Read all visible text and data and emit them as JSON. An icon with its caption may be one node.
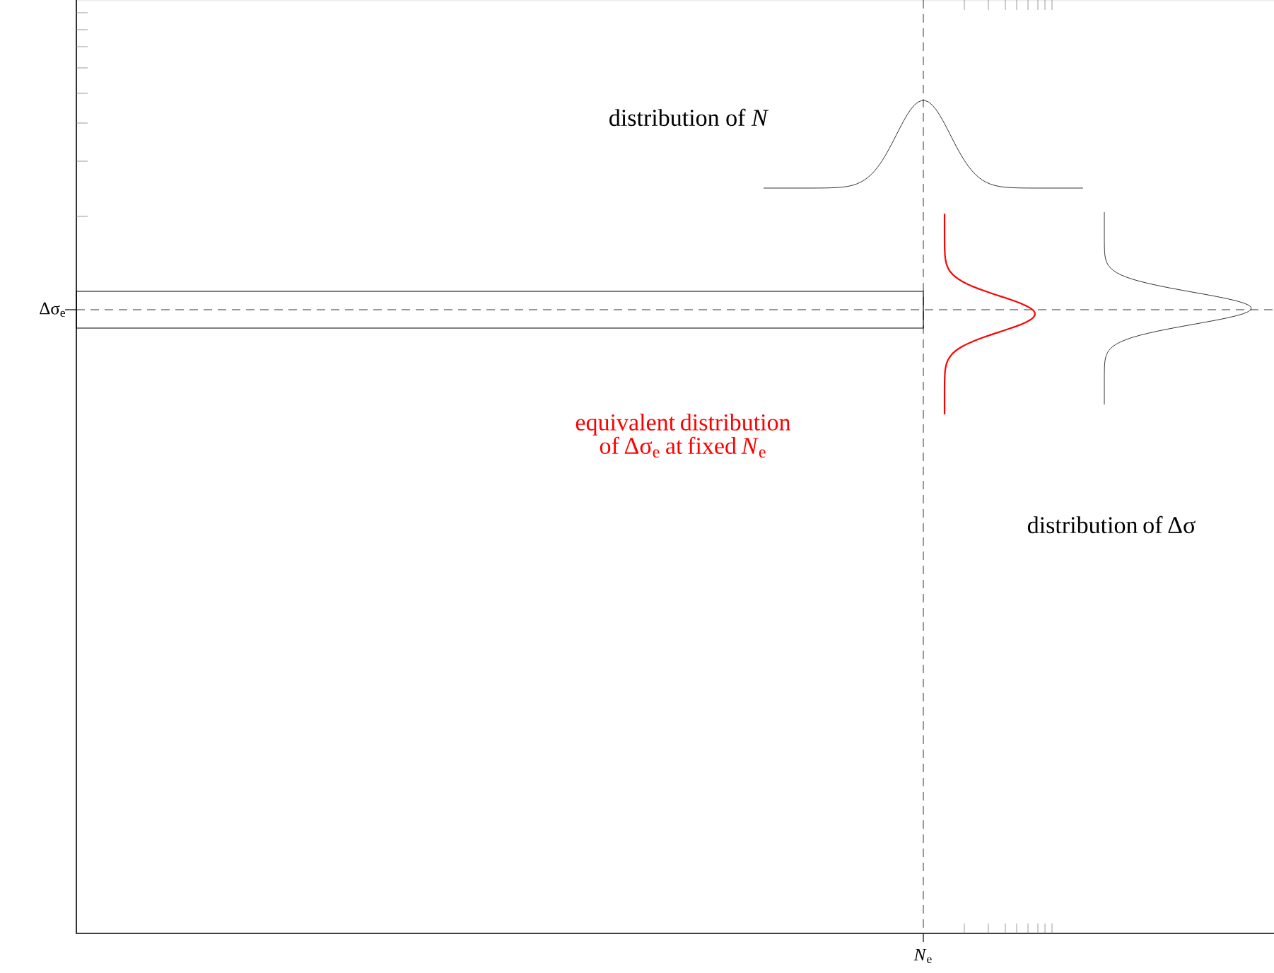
{
  "diagram": {
    "nodes": [
      {
        "text": [],
        "shape": "box"
      }
    ],
    "labels": [
      "distribution of *N*",
      "Δσ$_{e}$",
      "equivalent distribution of Δσ$_{e}$ at fixed *N*$_{e}$",
      "distribution of Δσ",
      "*N*$_{e}$"
    ]
  }
}
